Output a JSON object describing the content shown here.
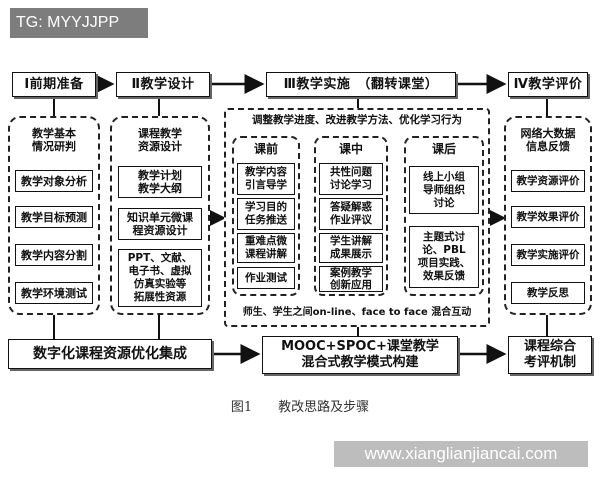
{
  "watermark_top": "TG: MYYJJPP",
  "watermark_bottom": "www.xianglianjiancai.com",
  "stages": {
    "s1": "Ⅰ前期准备",
    "s2": "Ⅱ教学设计",
    "s3": "Ⅲ教学实施　（翻转课堂）",
    "s4": "Ⅳ教学评价"
  },
  "col1": {
    "heading": "教学基本\n情况研判",
    "items": [
      "教学对象分析",
      "教学目标预测",
      "教学内容分割",
      "教学环境测试"
    ]
  },
  "col2": {
    "heading": "课程教学\n资源设计",
    "items": [
      "教学计划\n教学大纲",
      "知识单元微课\n程资源设计",
      "PPT、文献、\n电子书、虚拟\n仿真实验等\n拓展性资源"
    ]
  },
  "col3": {
    "top_banner": "调整教学进度、改进教学方法、优化学习行为",
    "bottom_banner": "师生、学生之间on-line、face to face 混合互动",
    "before": {
      "heading": "课前",
      "items": [
        "教学内容\n引言导学",
        "学习目的\n任务推送",
        "重难点微\n课程讲解",
        "作业测试"
      ]
    },
    "during": {
      "heading": "课中",
      "items": [
        "共性问题\n讨论学习",
        "答疑解惑\n作业评议",
        "学生讲解\n成果展示",
        "案例教学\n创新应用"
      ]
    },
    "after": {
      "heading": "课后",
      "items": [
        "线上小组\n导师组织\n讨论",
        "主题式讨\n论、PBL\n项目实践、\n效果反馈"
      ]
    }
  },
  "col4": {
    "heading": "网络大数据\n信息反馈",
    "items": [
      "教学资源评价",
      "教学效果评价",
      "教学实施评价",
      "教学反思"
    ]
  },
  "bottom": {
    "left": "数字化课程资源优化集成",
    "middle": "MOOC+SPOC+课堂教学\n混合式教学模式构建",
    "right": "课程综合\n考评机制"
  },
  "caption": "图1　　教改思路及步骤"
}
